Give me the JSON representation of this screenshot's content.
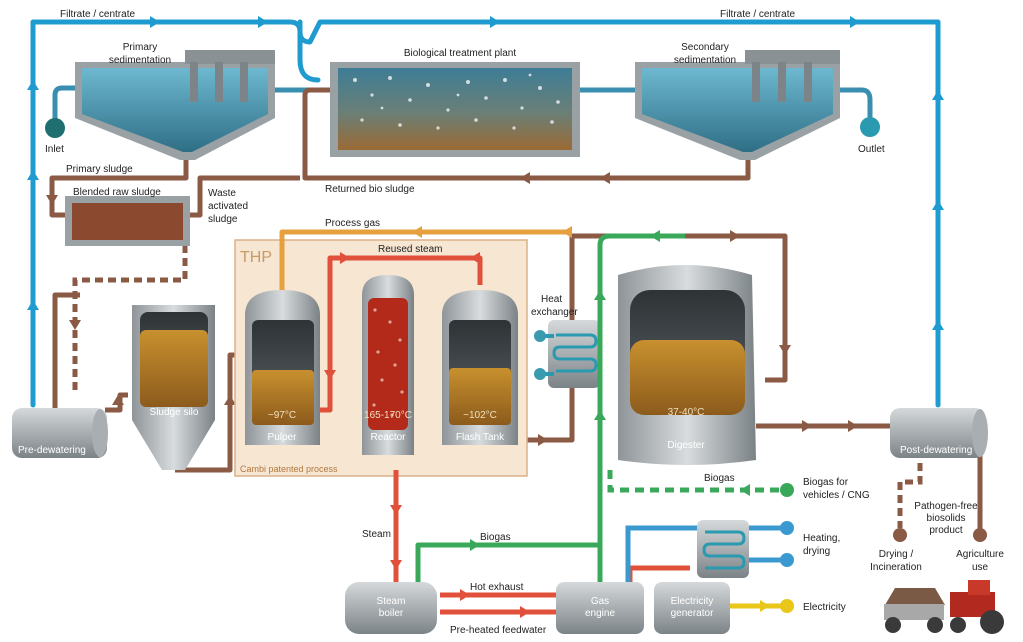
{
  "colors": {
    "filtrate": "#1f9bd0",
    "sludge": "#8a5a44",
    "process_gas": "#e6a040",
    "steam": "#e0503a",
    "biogas": "#3aa85a",
    "electricity": "#e8c61a",
    "water": "#3a8fb0",
    "heating_blue": "#3a9ad0",
    "thp_bg": "#f6e6d2",
    "thp_border": "#d8b088"
  },
  "labels": {
    "filtrate_left": "Filtrate / centrate",
    "filtrate_right": "Filtrate / centrate",
    "primary_sedimentation": [
      "Primary",
      "sedimentation"
    ],
    "biological_treatment": "Biological treatment plant",
    "secondary_sedimentation": [
      "Secondary",
      "sedimentation"
    ],
    "inlet": "Inlet",
    "outlet": "Outlet",
    "primary_sludge": "Primary  sludge",
    "blended_raw_sludge": "Blended raw sludge",
    "waste_activated_sludge": [
      "Waste",
      "activated",
      "sludge"
    ],
    "returned_bio_sludge": "Returned bio sludge",
    "process_gas": "Process gas",
    "reused_steam": "Reused steam",
    "thp": "THP",
    "heat_exchanger": [
      "Heat",
      "exchanger"
    ],
    "sludge_silo": "Sludge silo",
    "pre_dewatering": "Pre-dewatering",
    "pulper": "Pulper",
    "pulper_temp": "~97°C",
    "reactor": "Reactor",
    "reactor_temp": "165-170°C",
    "flash_tank": "Flash Tank",
    "flash_temp": "~102°C",
    "cambi": "Cambi patented process",
    "digester": "Digester",
    "digester_temp": "37-40°C",
    "post_dewatering": "Post-dewatering",
    "biogas_top": "Biogas",
    "biogas_vehicles": [
      "Biogas for",
      "vehicles / CNG"
    ],
    "pathogen_free": [
      "Pathogen-free",
      "biosolids",
      "product"
    ],
    "drying_incineration": [
      "Drying /",
      "Incineration"
    ],
    "agriculture_use": [
      "Agriculture",
      "use"
    ],
    "steam": "Steam",
    "biogas_bottom": "Biogas",
    "heating_drying": [
      "Heating,",
      "drying"
    ],
    "hot_exhaust": "Hot exhaust",
    "preheated_feedwater": "Pre-heated feedwater",
    "steam_boiler": [
      "Steam",
      "boiler"
    ],
    "gas_engine": [
      "Gas",
      "engine"
    ],
    "electricity_generator": [
      "Electricity",
      "generator"
    ],
    "electricity": "Electricity"
  }
}
